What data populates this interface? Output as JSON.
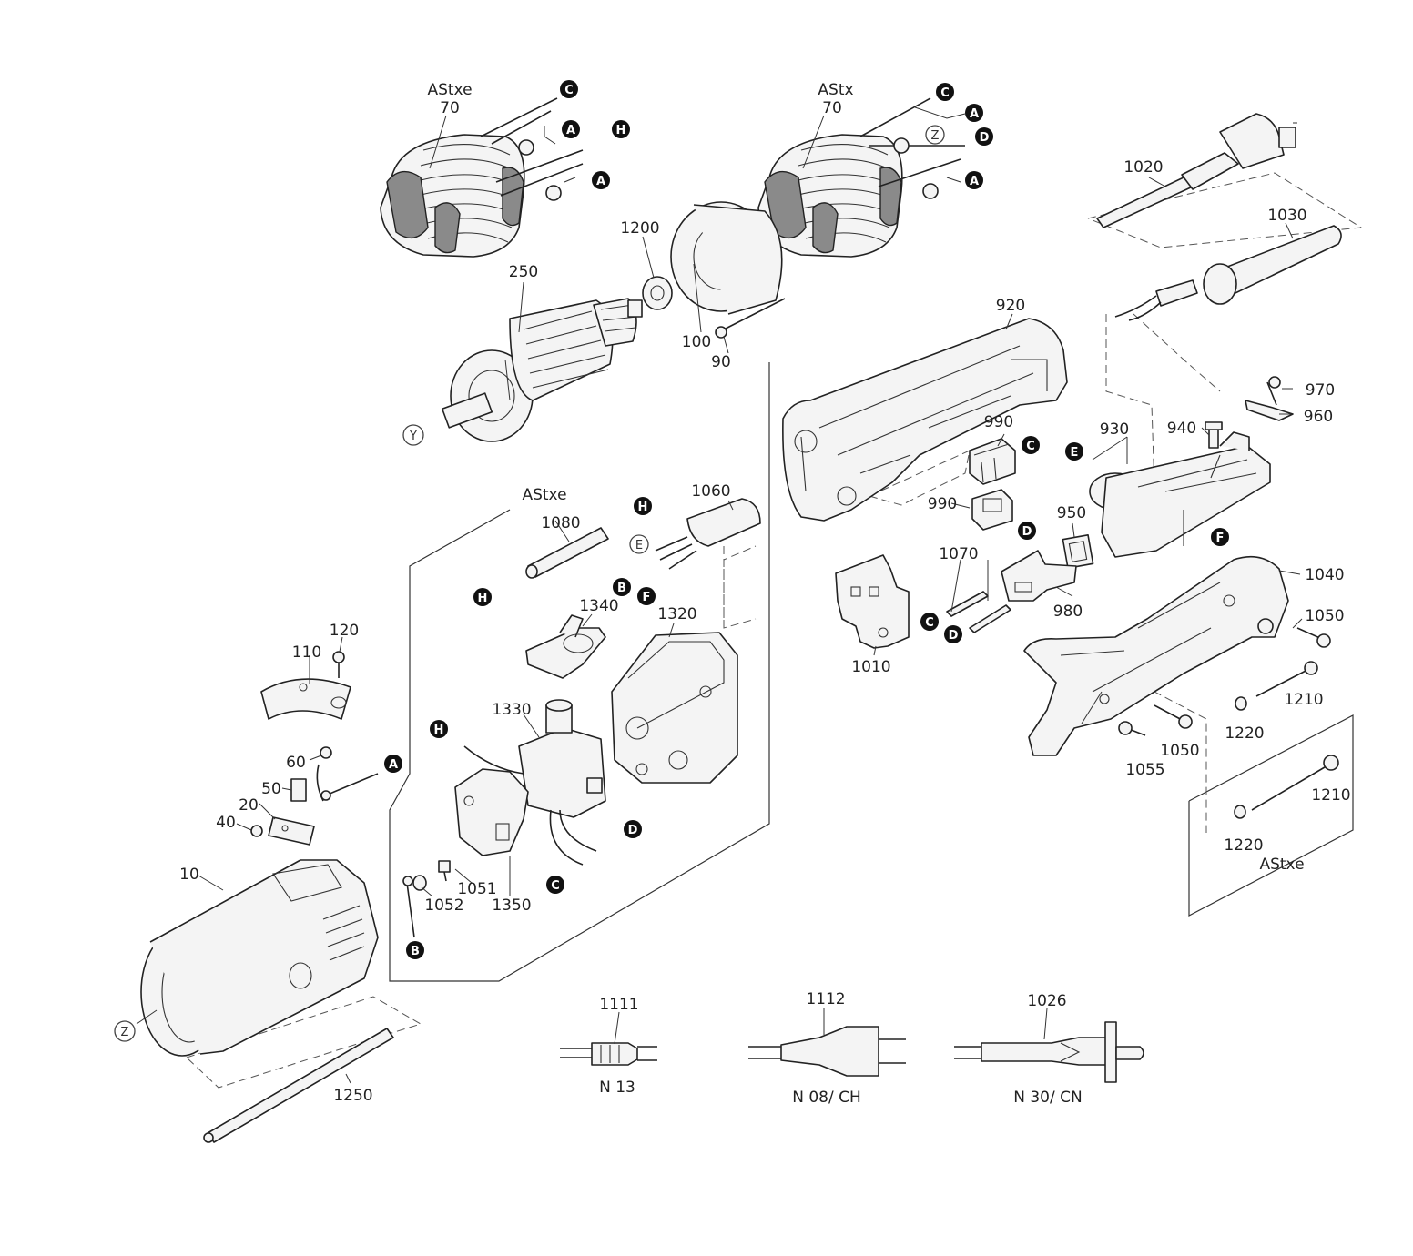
{
  "callouts": [
    {
      "key": "c_astxe_top",
      "text": "AStxe"
    },
    {
      "key": "c_70_left",
      "text": "70"
    },
    {
      "key": "c_astx",
      "text": "AStx"
    },
    {
      "key": "c_70_right",
      "text": "70"
    },
    {
      "key": "c_1200",
      "text": "1200"
    },
    {
      "key": "c_250",
      "text": "250"
    },
    {
      "key": "c_100",
      "text": "100"
    },
    {
      "key": "c_90",
      "text": "90"
    },
    {
      "key": "c_1020",
      "text": "1020"
    },
    {
      "key": "c_1030",
      "text": "1030"
    },
    {
      "key": "c_920",
      "text": "920"
    },
    {
      "key": "c_970",
      "text": "970"
    },
    {
      "key": "c_960",
      "text": "960"
    },
    {
      "key": "c_990a",
      "text": "990"
    },
    {
      "key": "c_930",
      "text": "930"
    },
    {
      "key": "c_940",
      "text": "940"
    },
    {
      "key": "c_990b",
      "text": "990"
    },
    {
      "key": "c_950",
      "text": "950"
    },
    {
      "key": "c_1070",
      "text": "1070"
    },
    {
      "key": "c_980",
      "text": "980"
    },
    {
      "key": "c_1010",
      "text": "1010"
    },
    {
      "key": "c_1040",
      "text": "1040"
    },
    {
      "key": "c_1050a",
      "text": "1050"
    },
    {
      "key": "c_1210a",
      "text": "1210"
    },
    {
      "key": "c_1220a",
      "text": "1220"
    },
    {
      "key": "c_1050b",
      "text": "1050"
    },
    {
      "key": "c_1055",
      "text": "1055"
    },
    {
      "key": "c_1210b",
      "text": "1210"
    },
    {
      "key": "c_1220b",
      "text": "1220"
    },
    {
      "key": "c_astxe_right",
      "text": "AStxe"
    },
    {
      "key": "c_astxe_mid",
      "text": "AStxe"
    },
    {
      "key": "c_1080",
      "text": "1080"
    },
    {
      "key": "c_1060",
      "text": "1060"
    },
    {
      "key": "c_1340",
      "text": "1340"
    },
    {
      "key": "c_1320",
      "text": "1320"
    },
    {
      "key": "c_1330",
      "text": "1330"
    },
    {
      "key": "c_1051",
      "text": "1051"
    },
    {
      "key": "c_1052",
      "text": "1052"
    },
    {
      "key": "c_1350",
      "text": "1350"
    },
    {
      "key": "c_120",
      "text": "120"
    },
    {
      "key": "c_110",
      "text": "110"
    },
    {
      "key": "c_60",
      "text": "60"
    },
    {
      "key": "c_50",
      "text": "50"
    },
    {
      "key": "c_20",
      "text": "20"
    },
    {
      "key": "c_40",
      "text": "40"
    },
    {
      "key": "c_10",
      "text": "10"
    },
    {
      "key": "c_1250",
      "text": "1250"
    },
    {
      "key": "c_1111",
      "text": "1111"
    },
    {
      "key": "c_n13",
      "text": "N 13"
    },
    {
      "key": "c_1112",
      "text": "1112"
    },
    {
      "key": "c_n08",
      "text": "N 08/ CH"
    },
    {
      "key": "c_1026",
      "text": "1026"
    },
    {
      "key": "c_n30",
      "text": "N 30/ CN"
    }
  ],
  "badges": [
    {
      "key": "b1",
      "text": "C",
      "style": "dark"
    },
    {
      "key": "b2",
      "text": "A",
      "style": "dark"
    },
    {
      "key": "b3",
      "text": "H",
      "style": "dark"
    },
    {
      "key": "b4",
      "text": "A",
      "style": "dark"
    },
    {
      "key": "b5",
      "text": "C",
      "style": "dark"
    },
    {
      "key": "b6",
      "text": "A",
      "style": "dark"
    },
    {
      "key": "b7",
      "text": "Z",
      "style": "light"
    },
    {
      "key": "b8",
      "text": "D",
      "style": "dark"
    },
    {
      "key": "b9",
      "text": "A",
      "style": "dark"
    },
    {
      "key": "b10",
      "text": "Y",
      "style": "light"
    },
    {
      "key": "b11",
      "text": "C",
      "style": "dark"
    },
    {
      "key": "b12",
      "text": "E",
      "style": "dark"
    },
    {
      "key": "b13",
      "text": "D",
      "style": "dark"
    },
    {
      "key": "b14",
      "text": "F",
      "style": "dark"
    },
    {
      "key": "b15",
      "text": "C",
      "style": "dark"
    },
    {
      "key": "b16",
      "text": "D",
      "style": "dark"
    },
    {
      "key": "b17",
      "text": "H",
      "style": "dark"
    },
    {
      "key": "b18",
      "text": "E",
      "style": "light"
    },
    {
      "key": "b19",
      "text": "B",
      "style": "dark"
    },
    {
      "key": "b20",
      "text": "F",
      "style": "dark"
    },
    {
      "key": "b21",
      "text": "H",
      "style": "dark"
    },
    {
      "key": "b22",
      "text": "H",
      "style": "dark"
    },
    {
      "key": "b23",
      "text": "D",
      "style": "dark"
    },
    {
      "key": "b24",
      "text": "C",
      "style": "dark"
    },
    {
      "key": "b25",
      "text": "B",
      "style": "dark"
    },
    {
      "key": "b26",
      "text": "A",
      "style": "dark"
    },
    {
      "key": "b27",
      "text": "Z",
      "style": "light"
    }
  ]
}
